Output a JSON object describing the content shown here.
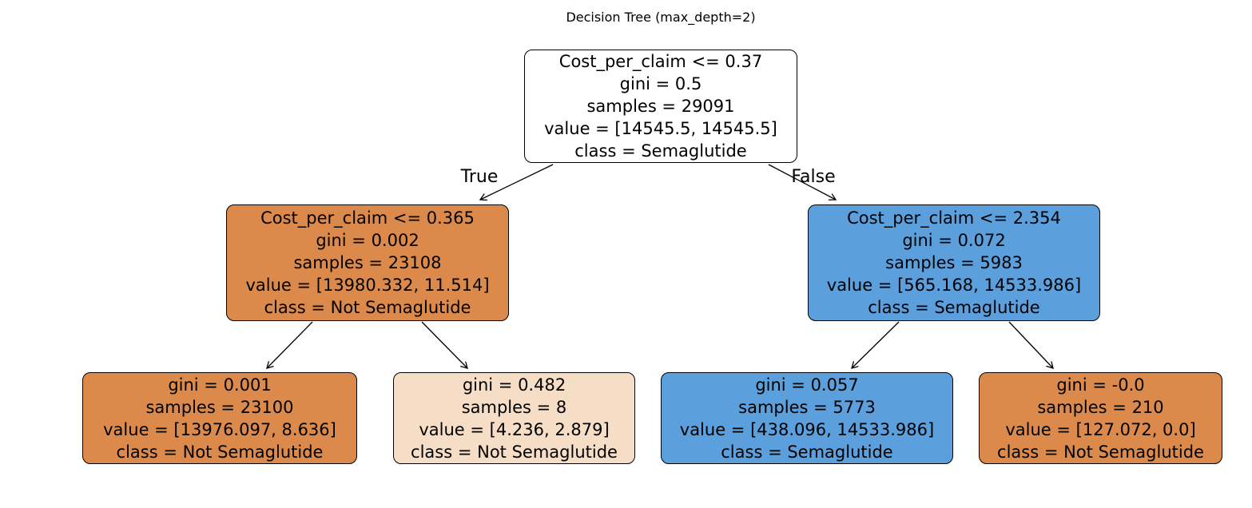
{
  "title": "Decision Tree (max_depth=2)",
  "edge_labels": {
    "left": "True",
    "right": "False"
  },
  "colors": {
    "node_orange": "#db8a4c",
    "node_orange_light": "#f6ddc5",
    "node_blue": "#5b9fdc",
    "node_root_fill": "#ffffff",
    "node_border": "#000000",
    "text": "#000000"
  },
  "nodes": {
    "root": {
      "fill": "#ffffff",
      "lines": [
        "Cost_per_claim <= 0.37",
        "gini = 0.5",
        "samples = 29091",
        "value = [14545.5, 14545.5]",
        "class = Semaglutide"
      ]
    },
    "left": {
      "fill": "#db8a4c",
      "lines": [
        "Cost_per_claim <= 0.365",
        "gini = 0.002",
        "samples = 23108",
        "value = [13980.332, 11.514]",
        "class = Not Semaglutide"
      ]
    },
    "right": {
      "fill": "#5b9fdc",
      "lines": [
        "Cost_per_claim <= 2.354",
        "gini = 0.072",
        "samples = 5983",
        "value = [565.168, 14533.986]",
        "class = Semaglutide"
      ]
    },
    "leaf_ll": {
      "fill": "#db8a4c",
      "lines": [
        "gini = 0.001",
        "samples = 23100",
        "value = [13976.097, 8.636]",
        "class = Not Semaglutide"
      ]
    },
    "leaf_lr": {
      "fill": "#f6ddc5",
      "lines": [
        "gini = 0.482",
        "samples = 8",
        "value = [4.236, 2.879]",
        "class = Not Semaglutide"
      ]
    },
    "leaf_rl": {
      "fill": "#5b9fdc",
      "lines": [
        "gini = 0.057",
        "samples = 5773",
        "value = [438.096, 14533.986]",
        "class = Semaglutide"
      ]
    },
    "leaf_rr": {
      "fill": "#db8a4c",
      "lines": [
        "gini = -0.0",
        "samples = 210",
        "value = [127.072, 0.0]",
        "class = Not Semaglutide"
      ]
    }
  }
}
